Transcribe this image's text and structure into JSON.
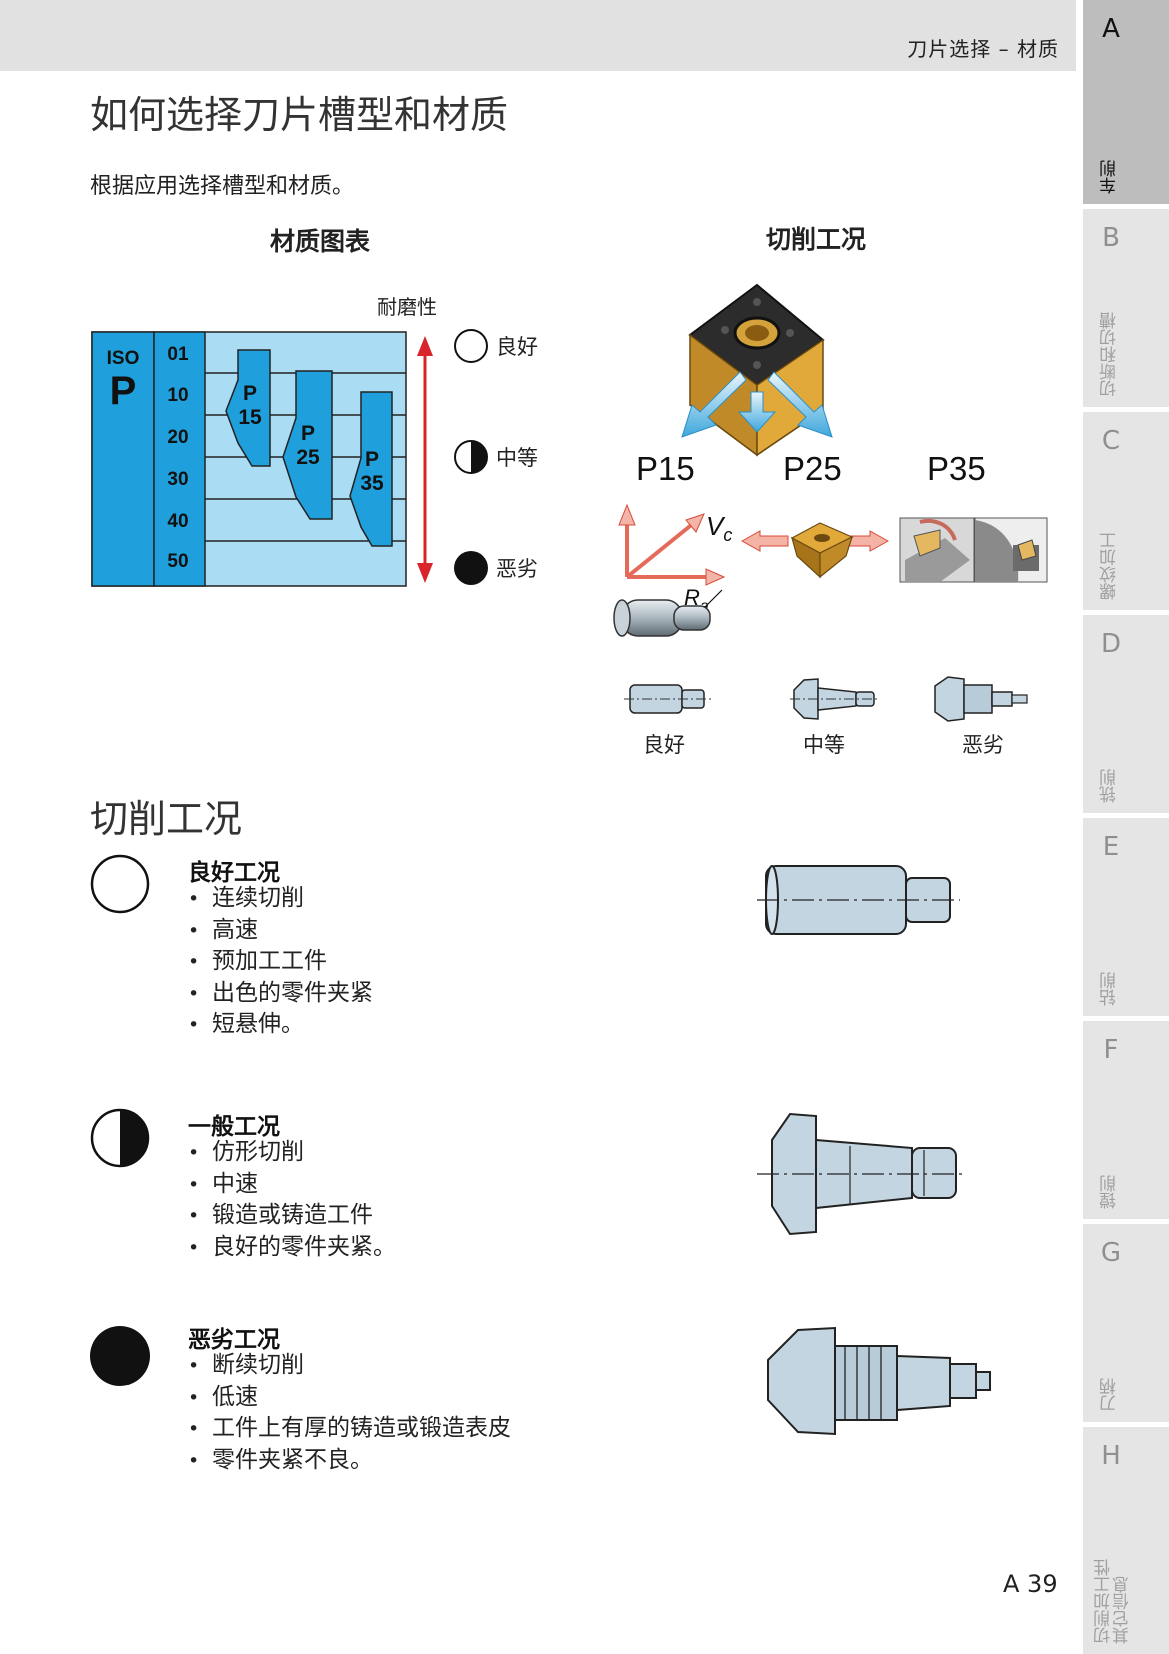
{
  "header": {
    "breadcrumb": "刀片选择 – 材质"
  },
  "page": {
    "title": "如何选择刀片槽型和材质",
    "intro": "根据应用选择槽型和材质。",
    "page_number": "A 39"
  },
  "sidebar": [
    {
      "letter": "A",
      "label": "车削",
      "active": true
    },
    {
      "letter": "B",
      "label": "切断和切槽",
      "active": false
    },
    {
      "letter": "C",
      "label": "螺纹加工",
      "active": false
    },
    {
      "letter": "D",
      "label": "铣削",
      "active": false
    },
    {
      "letter": "E",
      "label": "钻削",
      "active": false
    },
    {
      "letter": "F",
      "label": "镗削",
      "active": false
    },
    {
      "letter": "G",
      "label": "刀柄",
      "active": false
    },
    {
      "letter": "H",
      "label": "切削加工性\n其它信息",
      "active": false
    }
  ],
  "grade_chart": {
    "heading": "材质图表",
    "iso_label": "ISO",
    "iso_letter": "P",
    "scale": [
      "01",
      "10",
      "20",
      "30",
      "40",
      "50"
    ],
    "axis_label": "耐磨性",
    "grades": [
      {
        "letter": "P",
        "number": "15"
      },
      {
        "letter": "P",
        "number": "25"
      },
      {
        "letter": "P",
        "number": "35"
      }
    ],
    "ratings": [
      "良好",
      "中等",
      "恶劣"
    ],
    "colors": {
      "panel": "#aadcf4",
      "iso_column": "#1fa0dc",
      "arrow": "#d9242b"
    }
  },
  "conditions_figure": {
    "heading": "切削工况",
    "grades": [
      "P15",
      "P25",
      "P35"
    ],
    "vc_label": "V",
    "vc_sub": "c",
    "ra_label": "R",
    "ra_sub": "a",
    "workpiece_labels": [
      "良好",
      "中等",
      "恶劣"
    ]
  },
  "conditions_section": {
    "title": "切削工况",
    "items": [
      {
        "icon": "good-condition-icon",
        "title": "良好工况",
        "bullets": [
          "连续切削",
          "高速",
          "预加工工件",
          "出色的零件夹紧",
          "短悬伸。"
        ]
      },
      {
        "icon": "normal-condition-icon",
        "title": "一般工况",
        "bullets": [
          "仿形切削",
          "中速",
          "锻造或铸造工件",
          "良好的零件夹紧。"
        ]
      },
      {
        "icon": "difficult-condition-icon",
        "title": "恶劣工况",
        "bullets": [
          "断续切削",
          "低速",
          "工件上有厚的铸造或锻造表皮",
          "零件夹紧不良。"
        ]
      }
    ]
  }
}
